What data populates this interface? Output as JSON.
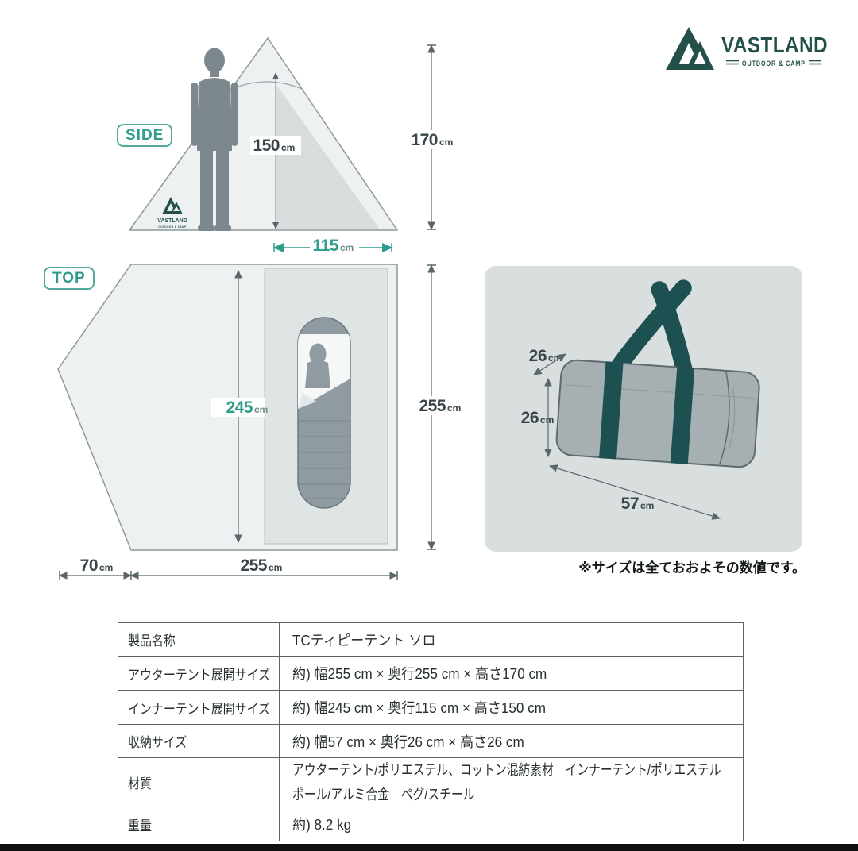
{
  "brand": {
    "name": "VASTLAND",
    "tagline": "OUTDOOR & CAMP"
  },
  "colors": {
    "accent_teal": "#2f9c8c",
    "brand_green": "#24504a",
    "strap_green": "#1d5050",
    "dimension_text": "#39454a",
    "tent_fill": "#eef1f1",
    "shade_fill": "#d7dddd",
    "panel_bg": "#d9dede",
    "bag_body": "#a6afb2",
    "silhouette": "#7d888e"
  },
  "side_view": {
    "badge": "SIDE",
    "tent_logo": {
      "brand": "VASTLAND",
      "tagline": "OUTDOOR & CAMP"
    },
    "inner_height": {
      "value": "150",
      "unit": "cm"
    },
    "outer_height": {
      "value": "170",
      "unit": "cm"
    },
    "inner_width": {
      "value": "115",
      "unit": "cm"
    }
  },
  "top_view": {
    "badge": "TOP",
    "inner_length": {
      "value": "245",
      "unit": "cm"
    },
    "outer_depth": {
      "value": "255",
      "unit": "cm"
    },
    "vestibule_width": {
      "value": "70",
      "unit": "cm"
    },
    "outer_width": {
      "value": "255",
      "unit": "cm"
    }
  },
  "storage_bag": {
    "depth": {
      "value": "26",
      "unit": "cm"
    },
    "height": {
      "value": "26",
      "unit": "cm"
    },
    "width": {
      "value": "57",
      "unit": "cm"
    },
    "note": "※サイズは全ておおよその数値です。"
  },
  "spec_table": {
    "rows": [
      {
        "label": "製品名称",
        "value": "TCティピーテント ソロ"
      },
      {
        "label": "アウターテント展開サイズ",
        "value": "約) 幅255 cm × 奥行255 cm × 高さ170 cm"
      },
      {
        "label": "インナーテント展開サイズ",
        "value": "約) 幅245 cm × 奥行115 cm × 高さ150 cm"
      },
      {
        "label": "収納サイズ",
        "value": "約) 幅57 cm × 奥行26 cm × 高さ26 cm"
      },
      {
        "label": "材質",
        "value": "アウターテント/ポリエステル、コットン混紡素材　インナーテント/ポリエステル\nポール/アルミ合金　ペグ/スチール"
      },
      {
        "label": "重量",
        "value": "約) 8.2 kg"
      }
    ]
  }
}
